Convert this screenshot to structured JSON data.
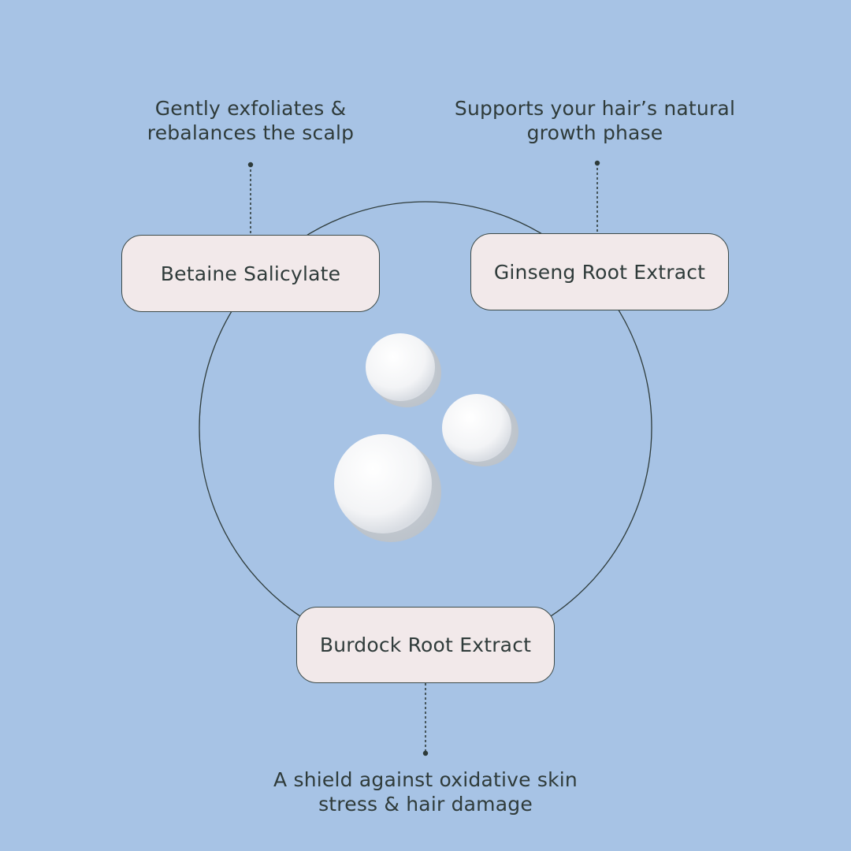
{
  "ingredients": {
    "betaine": {
      "label": "Betaine Salicylate",
      "benefit_line1": "Gently exfoliates &",
      "benefit_line2": "rebalances the scalp"
    },
    "ginseng": {
      "label": "Ginseng Root Extract",
      "benefit_line1": "Supports your hair’s natural",
      "benefit_line2": "growth phase"
    },
    "burdock": {
      "label": "Burdock Root Extract",
      "benefit_line1": "A shield against oxidative skin",
      "benefit_line2": "stress & hair damage"
    }
  },
  "colors": {
    "background": "#a7c3e5",
    "pill_fill": "#f2e9ea",
    "line": "#2e3b3a",
    "drop": "#f4f5f7"
  },
  "icons": [
    "foam-droplet",
    "foam-droplet",
    "foam-droplet"
  ]
}
